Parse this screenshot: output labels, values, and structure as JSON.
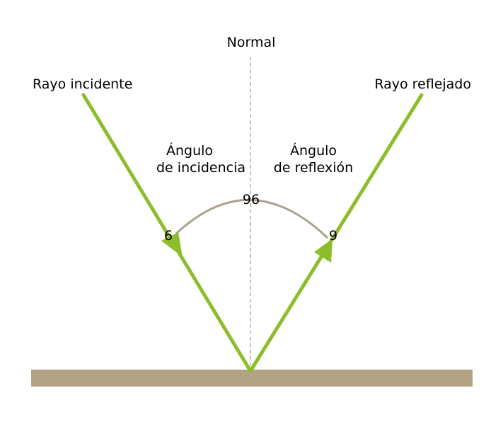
{
  "labels": {
    "normal": "Normal",
    "incident_ray": "Rayo incidente",
    "reflected_ray": "Rayo reflejado",
    "incidence_angle_line1": "Ángulo",
    "incidence_angle_line2": "de incidencia",
    "reflection_angle_line1": "Ángulo",
    "reflection_angle_line2": "de reflexión"
  },
  "arc_numbers": {
    "left": "6",
    "center": "96",
    "right": "9"
  },
  "colors": {
    "ray": "#8dbd2a",
    "surface": "#b2a386",
    "arc": "#aca18e",
    "normal_line": "#9a9a9a",
    "background": "#ffffff"
  }
}
